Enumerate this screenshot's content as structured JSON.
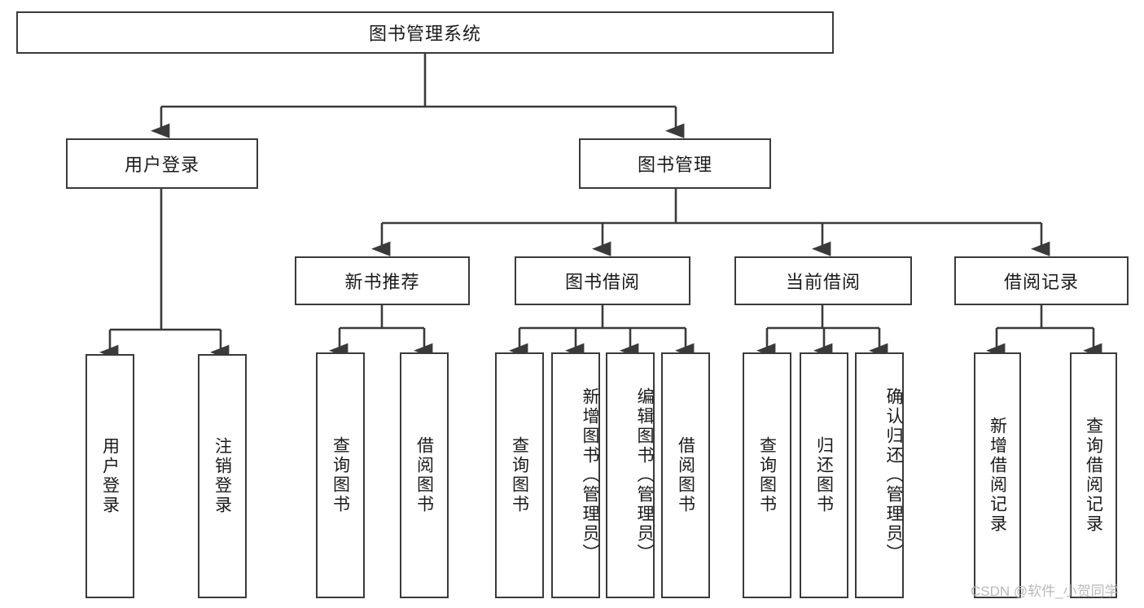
{
  "diagram": {
    "type": "tree-hierarchy",
    "title": "图书管理系统",
    "root": {
      "label": "图书管理系统"
    },
    "level2": [
      {
        "label": "用户登录"
      },
      {
        "label": "图书管理"
      }
    ],
    "level3": [
      {
        "label": "新书推荐"
      },
      {
        "label": "图书借阅"
      },
      {
        "label": "当前借阅"
      },
      {
        "label": "借阅记录"
      }
    ],
    "leaves": {
      "user_login": [
        {
          "label": "用户登录"
        },
        {
          "label": "注销登录"
        }
      ],
      "new_book_recommend": [
        {
          "label": "查询图书"
        },
        {
          "label": "借阅图书"
        }
      ],
      "book_borrow": [
        {
          "label": "查询图书"
        },
        {
          "label": "新增图书（管理员）"
        },
        {
          "label": "编辑图书（管理员）"
        },
        {
          "label": "借阅图书"
        }
      ],
      "current_borrow": [
        {
          "label": "查询图书"
        },
        {
          "label": "归还图书"
        },
        {
          "label": "确认归还（管理员）"
        }
      ],
      "borrow_record": [
        {
          "label": "新增借阅记录"
        },
        {
          "label": "查询借阅记录"
        }
      ]
    }
  },
  "watermark": {
    "text": "CSDN @软件_小贺同学"
  },
  "colors": {
    "stroke": "#3a3a3a",
    "background": "#ffffff",
    "text": "#1a1a1a",
    "watermark": "#b9b9b9"
  }
}
